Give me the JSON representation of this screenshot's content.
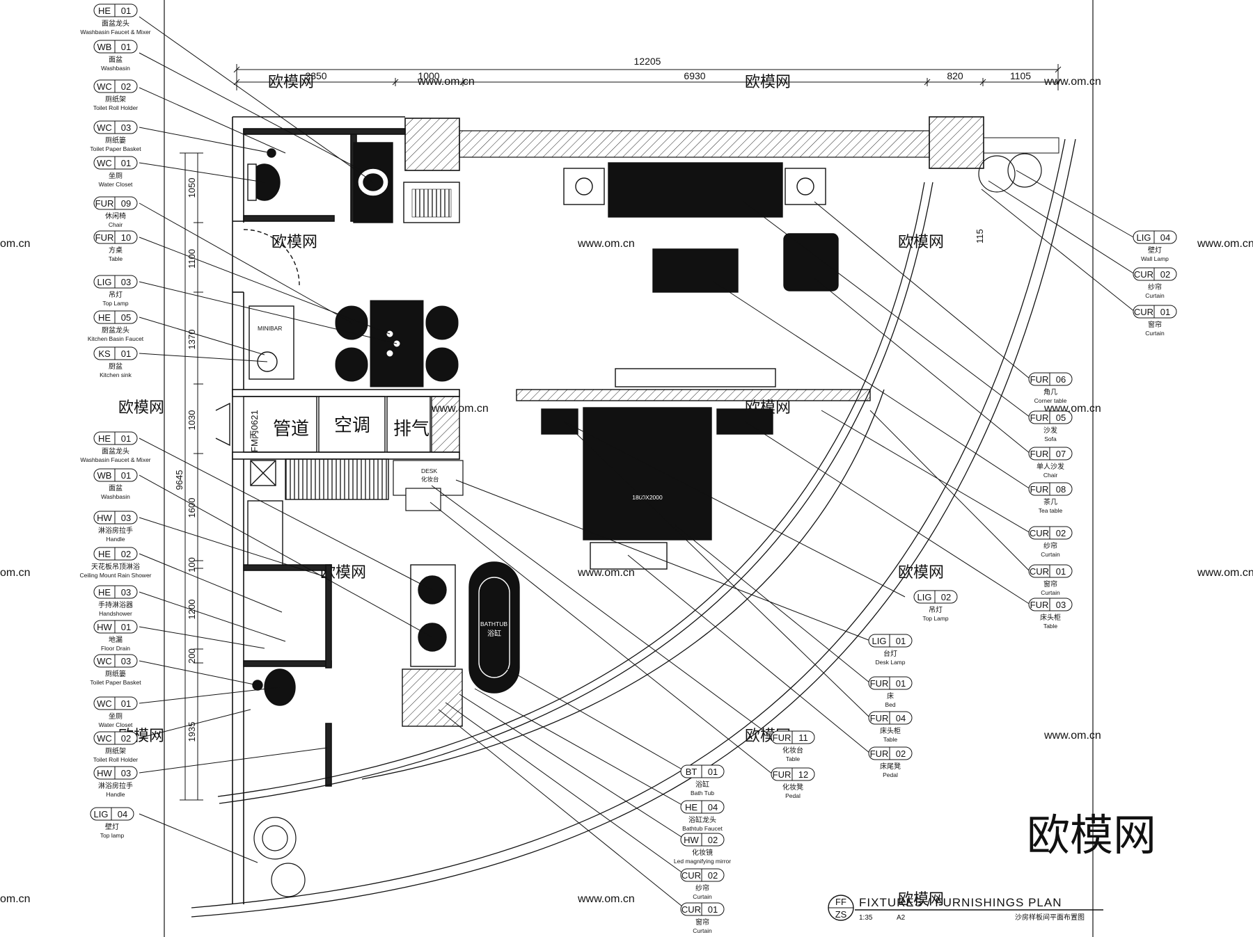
{
  "dimensions": {
    "overall": "12205",
    "segments": [
      "2350",
      "1000",
      "6930",
      "820",
      "1105"
    ],
    "left_overall": "9645",
    "left_segments": [
      "1050",
      "1100",
      "1370",
      "1030",
      "1600",
      "100",
      "1200",
      "200",
      "1935"
    ],
    "window_side": "115"
  },
  "rooms": {
    "pipe": "管道",
    "ac": "空调",
    "exhaust": "排气",
    "door_code": "FM丙0621",
    "minibar": "MINIBAR",
    "desk": "DESK",
    "desk_cn": "化妆台",
    "bathtub": "BATHTUB",
    "bathtub_cn": "浴缸",
    "bed_size": "1800X2000"
  },
  "left_tags": [
    {
      "code": "HE",
      "num": "01",
      "cn": "面盆龙头",
      "en": "Washbasin Faucet & Mixer"
    },
    {
      "code": "WB",
      "num": "01",
      "cn": "面盆",
      "en": "Washbasin"
    },
    {
      "code": "WC",
      "num": "02",
      "cn": "厕纸架",
      "en": "Toilet Roll Holder"
    },
    {
      "code": "WC",
      "num": "03",
      "cn": "厕纸篓",
      "en": "Toilet Paper Basket"
    },
    {
      "code": "WC",
      "num": "01",
      "cn": "坐厕",
      "en": "Water Closet"
    },
    {
      "code": "FUR",
      "num": "09",
      "cn": "休闲椅",
      "en": "Chair"
    },
    {
      "code": "FUR",
      "num": "10",
      "cn": "方桌",
      "en": "Table"
    },
    {
      "code": "LIG",
      "num": "03",
      "cn": "吊灯",
      "en": "Top Lamp"
    },
    {
      "code": "HE",
      "num": "05",
      "cn": "厨盆龙头",
      "en": "Kitchen Basin Faucet"
    },
    {
      "code": "KS",
      "num": "01",
      "cn": "厨盆",
      "en": "Kitchen sink"
    },
    {
      "code": "HE",
      "num": "01",
      "cn": "面盆龙头",
      "en": "Washbasin Faucet & Mixer"
    },
    {
      "code": "WB",
      "num": "01",
      "cn": "面盆",
      "en": "Washbasin"
    },
    {
      "code": "HW",
      "num": "03",
      "cn": "淋浴房拉手",
      "en": "Handle"
    },
    {
      "code": "HE",
      "num": "02",
      "cn": "天花板吊顶淋浴",
      "en": "Ceiling Mount Rain Shower"
    },
    {
      "code": "HE",
      "num": "03",
      "cn": "手持淋浴器",
      "en": "Handshower"
    },
    {
      "code": "HW",
      "num": "01",
      "cn": "地漏",
      "en": "Floor Drain"
    },
    {
      "code": "WC",
      "num": "03",
      "cn": "厕纸篓",
      "en": "Toilet Paper Basket"
    },
    {
      "code": "WC",
      "num": "01",
      "cn": "坐厕",
      "en": "Water Closet"
    },
    {
      "code": "WC",
      "num": "02",
      "cn": "厕纸架",
      "en": "Toilet Roll Holder"
    },
    {
      "code": "HW",
      "num": "03",
      "cn": "淋浴房拉手",
      "en": "Handle"
    },
    {
      "code": "LIG",
      "num": "04",
      "cn": "壁灯",
      "en": "Top lamp"
    }
  ],
  "right_tags": [
    {
      "code": "LIG",
      "num": "04",
      "cn": "壁灯",
      "en": "Wall Lamp"
    },
    {
      "code": "CUR",
      "num": "02",
      "cn": "纱帘",
      "en": "Curtain"
    },
    {
      "code": "CUR",
      "num": "01",
      "cn": "窗帘",
      "en": "Curtain"
    },
    {
      "code": "FUR",
      "num": "06",
      "cn": "角几",
      "en": "Corner table"
    },
    {
      "code": "FUR",
      "num": "05",
      "cn": "沙发",
      "en": "Sofa"
    },
    {
      "code": "FUR",
      "num": "07",
      "cn": "单人沙发",
      "en": "Chair"
    },
    {
      "code": "FUR",
      "num": "08",
      "cn": "茶几",
      "en": "Tea table"
    },
    {
      "code": "CUR",
      "num": "02",
      "cn": "纱帘",
      "en": "Curtain"
    },
    {
      "code": "CUR",
      "num": "01",
      "cn": "窗帘",
      "en": "Curtain"
    },
    {
      "code": "FUR",
      "num": "03",
      "cn": "床头柜",
      "en": "Table"
    },
    {
      "code": "LIG",
      "num": "02",
      "cn": "吊灯",
      "en": "Top Lamp"
    },
    {
      "code": "LIG",
      "num": "01",
      "cn": "台灯",
      "en": "Desk Lamp"
    },
    {
      "code": "FUR",
      "num": "01",
      "cn": "床",
      "en": "Bed"
    },
    {
      "code": "FUR",
      "num": "04",
      "cn": "床头柜",
      "en": "Table"
    },
    {
      "code": "FUR",
      "num": "02",
      "cn": "床尾凳",
      "en": "Pedal"
    },
    {
      "code": "FUR",
      "num": "11",
      "cn": "化妆台",
      "en": "Table"
    },
    {
      "code": "FUR",
      "num": "12",
      "cn": "化妆凳",
      "en": "Pedal"
    },
    {
      "code": "BT",
      "num": "01",
      "cn": "浴缸",
      "en": "Bath Tub"
    },
    {
      "code": "HE",
      "num": "04",
      "cn": "浴缸龙头",
      "en": "Bathtub Faucet"
    },
    {
      "code": "HW",
      "num": "02",
      "cn": "化妆镜",
      "en": "Led magnifying mirror"
    },
    {
      "code": "CUR",
      "num": "02",
      "cn": "纱帘",
      "en": "Curtain"
    },
    {
      "code": "CUR",
      "num": "01",
      "cn": "窗帘",
      "en": "Curtain"
    }
  ],
  "title_block": {
    "code_top": "FF",
    "code_bottom": "ZS",
    "title": "FIXTURES / FURNISHINGS  PLAN",
    "scale": "1:35",
    "sheet": "A2",
    "subtitle_cn": "沙房样板间平面布置图"
  },
  "watermark": {
    "brand": "欧模网",
    "url": "www.om.cn",
    "url_short": "om.cn"
  }
}
